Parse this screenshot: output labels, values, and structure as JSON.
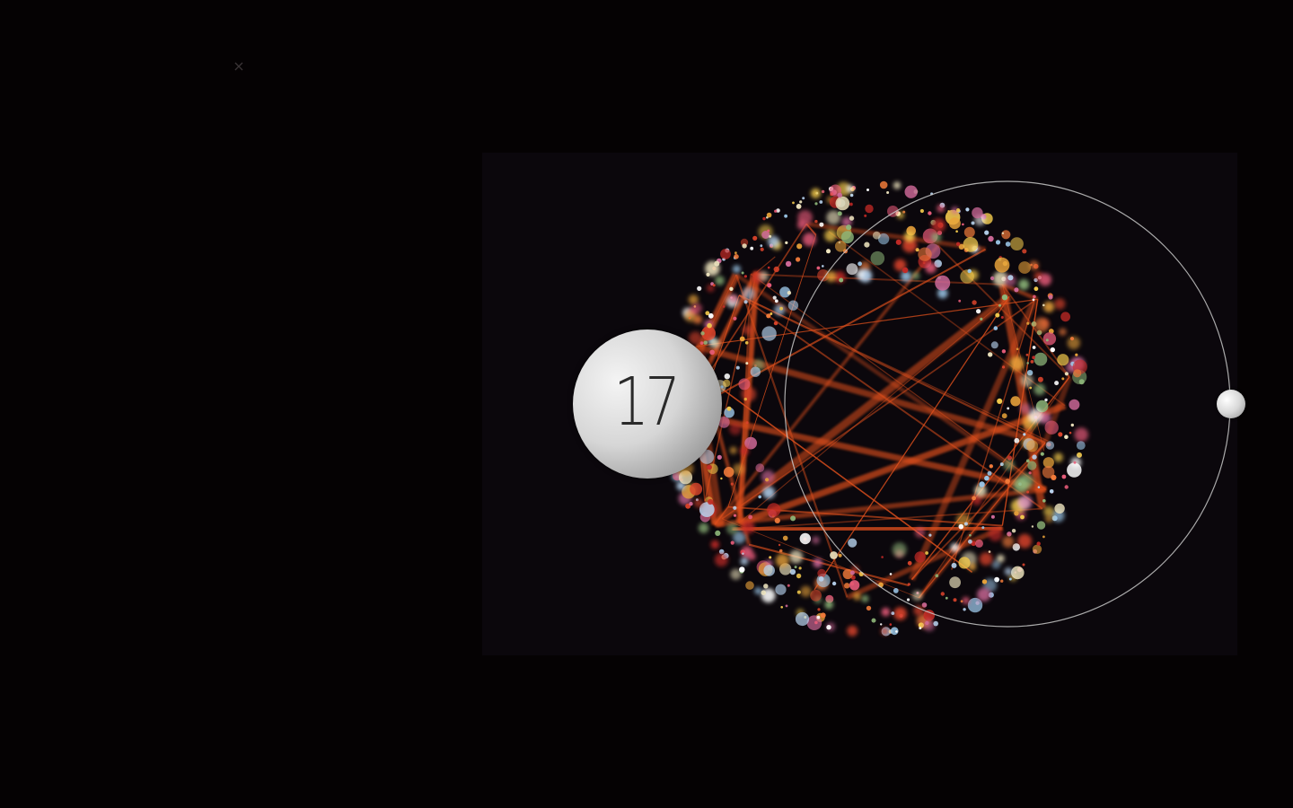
{
  "close": {
    "glyph": "×",
    "icon": "close-icon"
  },
  "counter": {
    "value": "17"
  },
  "colors": {
    "background": "#050203",
    "panel": "#0b070c",
    "edge": "#e0501c",
    "orbit": "#c8c8c8",
    "dot_palette": [
      "#e8a23a",
      "#f2c94c",
      "#d8432b",
      "#c22a26",
      "#f07a3a",
      "#e85c7a",
      "#f0e6c0",
      "#9cc7e8",
      "#b8d4f0",
      "#8fb87a",
      "#ffffff",
      "#d06a9a"
    ]
  },
  "network": {
    "node_count": 640,
    "edge_count": 60
  }
}
